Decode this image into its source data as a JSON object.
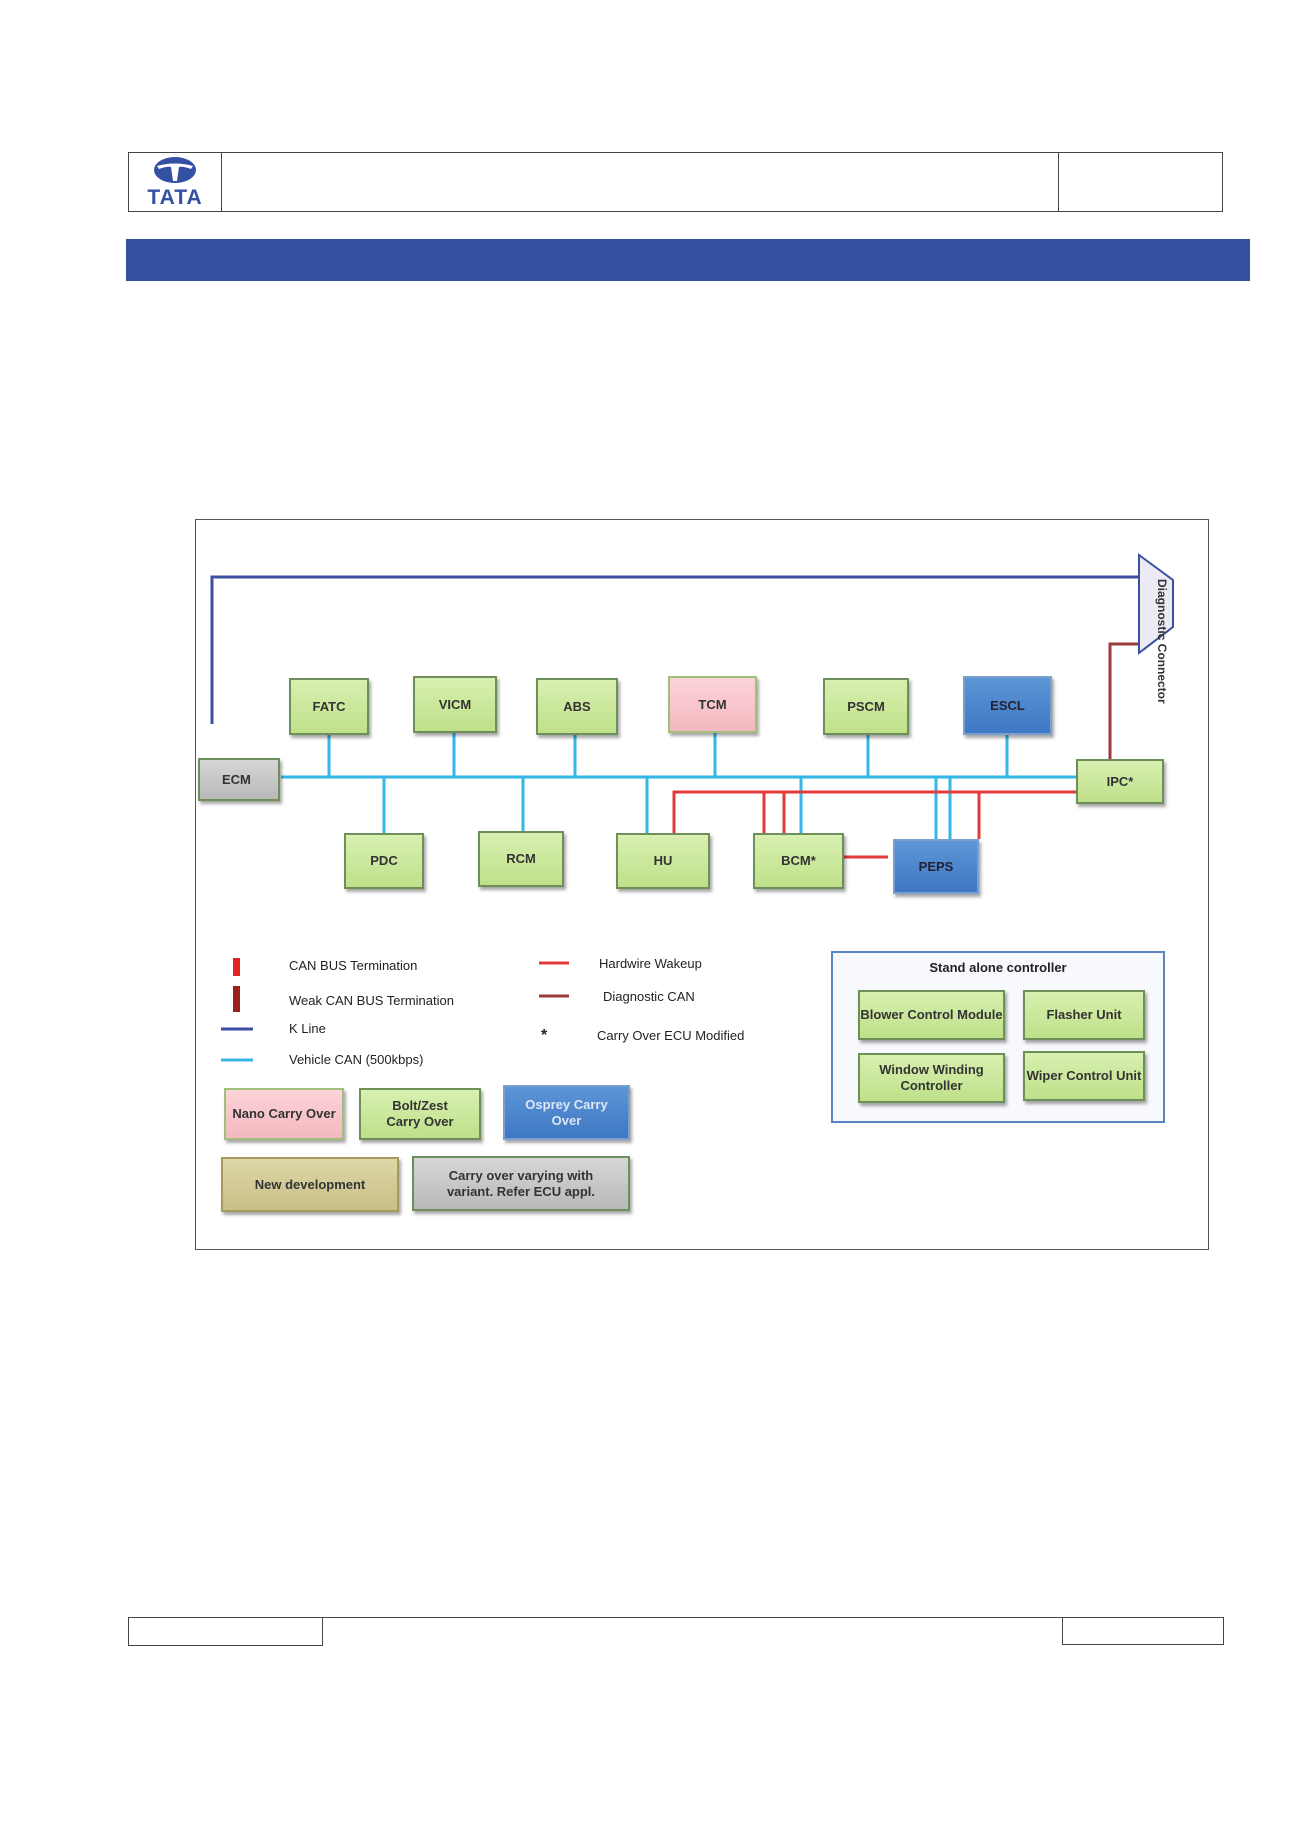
{
  "logo": {
    "text": "TATA"
  },
  "diagram": {
    "nodes": {
      "fatc": "FATC",
      "vicm": "VICM",
      "abs": "ABS",
      "tcm": "TCM",
      "pscm": "PSCM",
      "escl": "ESCL",
      "ecm": "ECM",
      "ipc": "IPC*",
      "pdc": "PDC",
      "rcm": "RCM",
      "hu": "HU",
      "bcm": "BCM*",
      "peps": "PEPS",
      "diag": "Diagnostic Connector"
    },
    "legend": {
      "can_termination": "CAN BUS Termination",
      "weak_can_termination": "Weak CAN BUS Termination",
      "k_line": "K Line",
      "vehicle_can": "Vehicle CAN (500kbps)",
      "hardwire_wakeup": "Hardwire Wakeup",
      "diagnostic_can": "Diagnostic CAN",
      "carry_over_symbol": "*",
      "carry_over_modified": "Carry Over ECU Modified"
    },
    "key": {
      "nano": "Nano Carry Over",
      "bolt": "Bolt/Zest Carry Over",
      "osprey": "Osprey Carry Over",
      "new_dev": "New development",
      "variant": "Carry over varying with variant. Refer ECU appl."
    },
    "standalone": {
      "title": "Stand alone controller",
      "blower": "Blower Control Module",
      "flasher": "Flasher Unit",
      "window": "Window Winding Controller",
      "wiper": "Wiper Control Unit"
    },
    "colors": {
      "k_line": "#3d4fa3",
      "vehicle_can": "#35b7e6",
      "hardwire_wakeup": "#e03a3a",
      "diagnostic_can": "#9b3b3b",
      "can_termination": "#e02424",
      "weak_can_termination": "#9b2020",
      "ipc_marker": "#f0c030",
      "banner": "#3350a2"
    }
  }
}
